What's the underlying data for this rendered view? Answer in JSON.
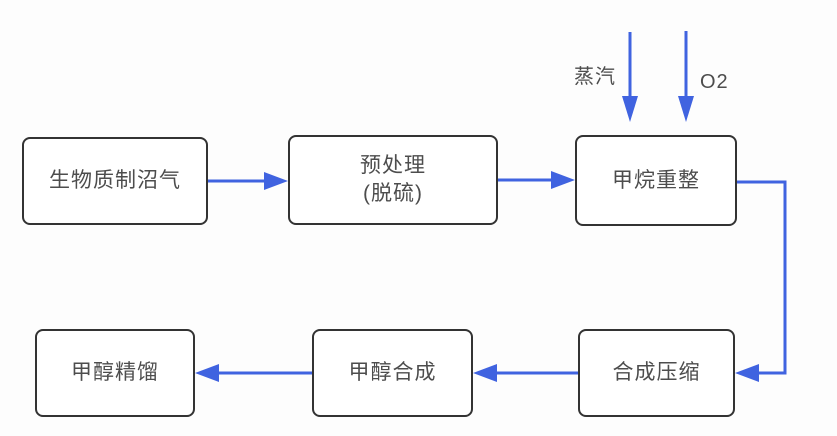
{
  "diagram": {
    "title": "biogas-to-methanol process flowchart",
    "nodes": [
      {
        "id": "biomass-to-biogas",
        "label": "生物质制沼气"
      },
      {
        "id": "pretreatment",
        "label": "预处理",
        "label_line2": "(脱硫)"
      },
      {
        "id": "methane-reforming",
        "label": "甲烷重整"
      },
      {
        "id": "synthesis-compression",
        "label": "合成压缩"
      },
      {
        "id": "methanol-synthesis",
        "label": "甲醇合成"
      },
      {
        "id": "methanol-distillation",
        "label": "甲醇精馏"
      }
    ],
    "inputs": [
      {
        "id": "steam",
        "label": "蒸汽",
        "target": "methane-reforming"
      },
      {
        "id": "oxygen",
        "label": "O2",
        "target": "methane-reforming"
      }
    ],
    "edges": [
      {
        "from": "biomass-to-biogas",
        "to": "pretreatment"
      },
      {
        "from": "pretreatment",
        "to": "methane-reforming"
      },
      {
        "from": "methane-reforming",
        "to": "synthesis-compression"
      },
      {
        "from": "synthesis-compression",
        "to": "methanol-synthesis"
      },
      {
        "from": "methanol-synthesis",
        "to": "methanol-distillation"
      }
    ],
    "colors": {
      "arrow": "#4063e0",
      "box_border": "#333333",
      "box_fill": "#ffffff",
      "text": "#4d4d4d",
      "background": "#fdfdfd"
    }
  }
}
